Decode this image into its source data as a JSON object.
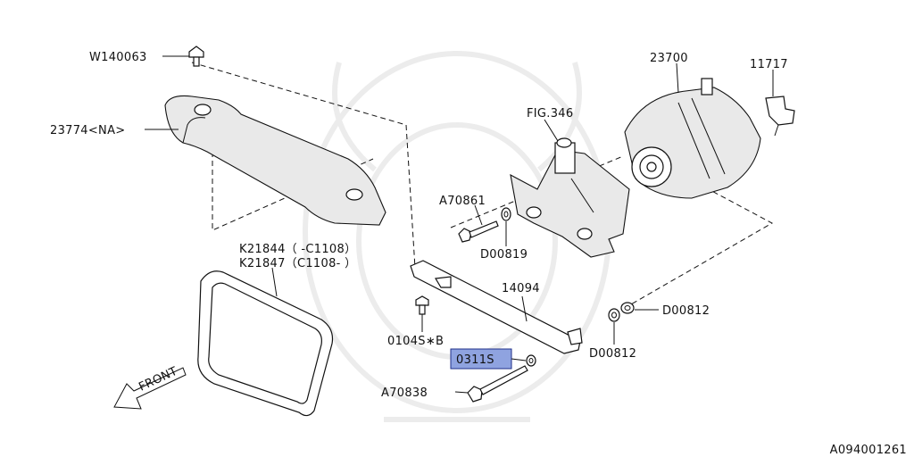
{
  "diagram": {
    "labels": {
      "w140063": "W140063",
      "cover": "23774<NA>",
      "belt_a": "K21844（ -C1108）",
      "belt_b": "K21847（C1108- ）",
      "fig": "FIG.346",
      "alternator": "23700",
      "part_11717": "11717",
      "bolt_a70861": "A70861",
      "washer_d00819": "D00819",
      "bracket_14094": "14094",
      "washer_d00812_upper": "D00812",
      "washer_d00812_lower": "D00812",
      "bolt_0104s": "0104S∗B",
      "part_0311s": "0311S",
      "bolt_a70838": "A70838",
      "front": "FRONT"
    },
    "highlight_color": "#8fa3e0",
    "code": "A094001261"
  }
}
